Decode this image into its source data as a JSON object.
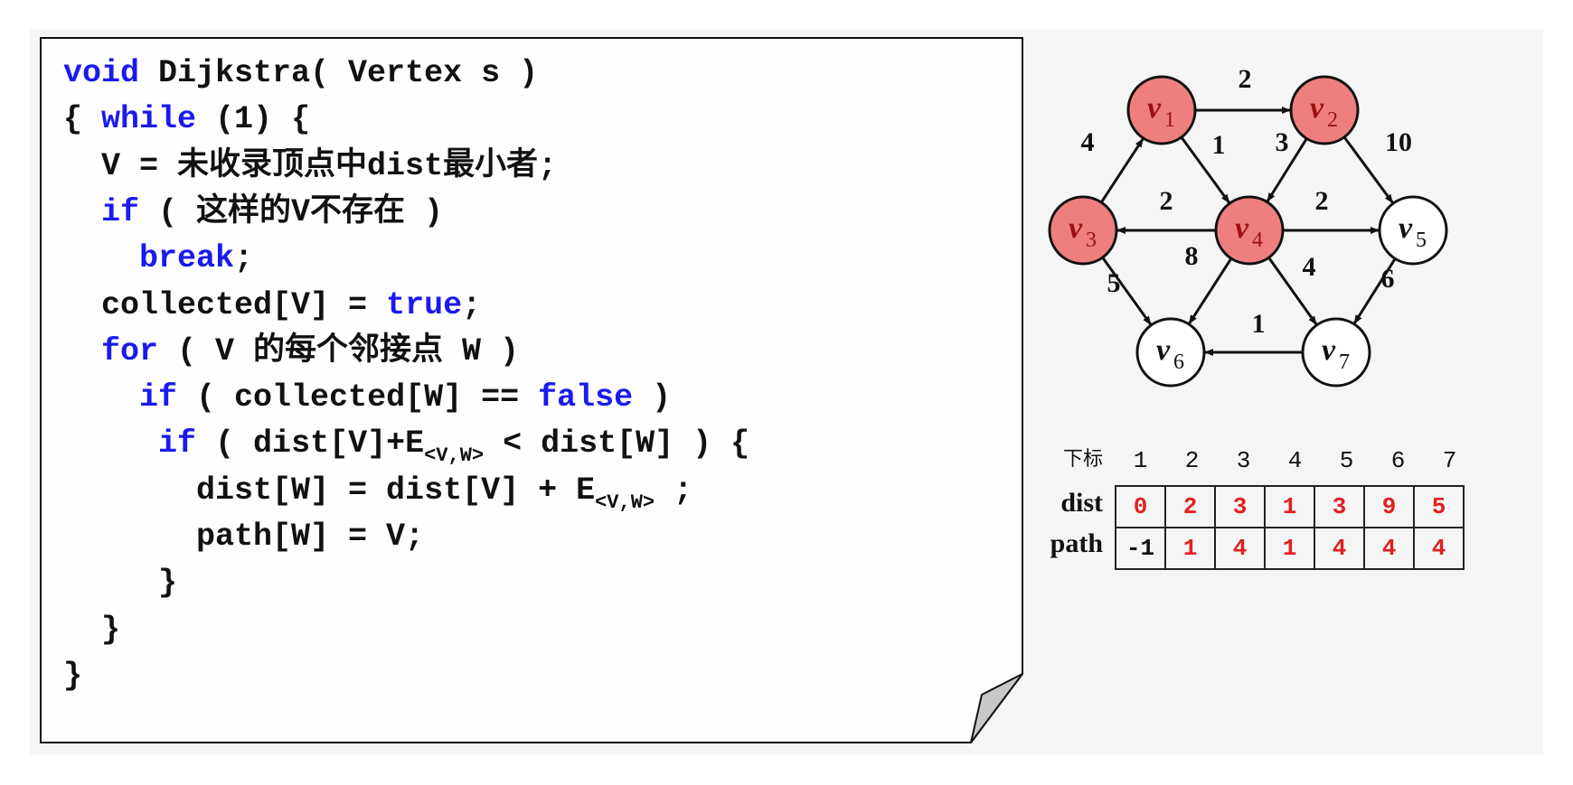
{
  "colors": {
    "keyword": "#1a1aee",
    "collected_node": "#ef7f7f",
    "table_value": "#e02020"
  },
  "code": {
    "lines": [
      [
        {
          "t": "void",
          "k": 1
        },
        {
          "t": " Dijkstra( Vertex s )"
        }
      ],
      [
        {
          "t": "{ "
        },
        {
          "t": "while",
          "k": 1
        },
        {
          "t": " (1) {"
        }
      ],
      [
        {
          "t": "  V = 未收录顶点中dist最小者;"
        }
      ],
      [
        {
          "t": "  "
        },
        {
          "t": "if",
          "k": 1
        },
        {
          "t": " ( 这样的V不存在 )"
        }
      ],
      [
        {
          "t": "    "
        },
        {
          "t": "break",
          "k": 1
        },
        {
          "t": ";"
        }
      ],
      [
        {
          "t": "  collected[V] = "
        },
        {
          "t": "true",
          "k": 1
        },
        {
          "t": ";"
        }
      ],
      [
        {
          "t": "  "
        },
        {
          "t": "for",
          "k": 1
        },
        {
          "t": " ( V 的每个邻接点 W )"
        }
      ],
      [
        {
          "t": "    "
        },
        {
          "t": "if",
          "k": 1
        },
        {
          "t": " ( collected[W] == "
        },
        {
          "t": "false",
          "k": 1
        },
        {
          "t": " )"
        }
      ],
      [
        {
          "t": "     "
        },
        {
          "t": "if",
          "k": 1
        },
        {
          "t": " ( dist[V]+E"
        },
        {
          "t": "<V,W>",
          "s": 1
        },
        {
          "t": " < dist[W] ) {"
        }
      ],
      [
        {
          "t": "       dist[W] = dist[V] + E"
        },
        {
          "t": "<V,W>",
          "s": 1
        },
        {
          "t": " ;"
        }
      ],
      [
        {
          "t": "       path[W] = V;"
        }
      ],
      [
        {
          "t": "     }"
        }
      ],
      [
        {
          "t": "  }"
        }
      ],
      [
        {
          "t": "}"
        }
      ]
    ]
  },
  "graph": {
    "nodes": [
      {
        "label": "v",
        "sub": "1",
        "collected": true
      },
      {
        "label": "v",
        "sub": "2",
        "collected": true
      },
      {
        "label": "v",
        "sub": "3",
        "collected": true
      },
      {
        "label": "v",
        "sub": "4",
        "collected": true
      },
      {
        "label": "v",
        "sub": "5",
        "collected": false
      },
      {
        "label": "v",
        "sub": "6",
        "collected": false
      },
      {
        "label": "v",
        "sub": "7",
        "collected": false
      }
    ],
    "edges": [
      {
        "from": 3,
        "to": 1,
        "w": "4"
      },
      {
        "from": 1,
        "to": 2,
        "w": "2"
      },
      {
        "from": 1,
        "to": 4,
        "w": "1"
      },
      {
        "from": 2,
        "to": 4,
        "w": "3"
      },
      {
        "from": 2,
        "to": 5,
        "w": "10"
      },
      {
        "from": 4,
        "to": 3,
        "w": "2"
      },
      {
        "from": 4,
        "to": 5,
        "w": "2"
      },
      {
        "from": 4,
        "to": 6,
        "w": "8"
      },
      {
        "from": 3,
        "to": 6,
        "w": "5"
      },
      {
        "from": 4,
        "to": 7,
        "w": "4"
      },
      {
        "from": 5,
        "to": 7,
        "w": "6"
      },
      {
        "from": 7,
        "to": 6,
        "w": "1"
      }
    ]
  },
  "table": {
    "index_label": "下标",
    "indices": [
      "1",
      "2",
      "3",
      "4",
      "5",
      "6",
      "7"
    ],
    "dist_label": "dist",
    "dist": [
      "0",
      "2",
      "3",
      "1",
      "3",
      "9",
      "5"
    ],
    "path_label": "path",
    "path": [
      "-1",
      "1",
      "4",
      "1",
      "4",
      "4",
      "4"
    ]
  }
}
